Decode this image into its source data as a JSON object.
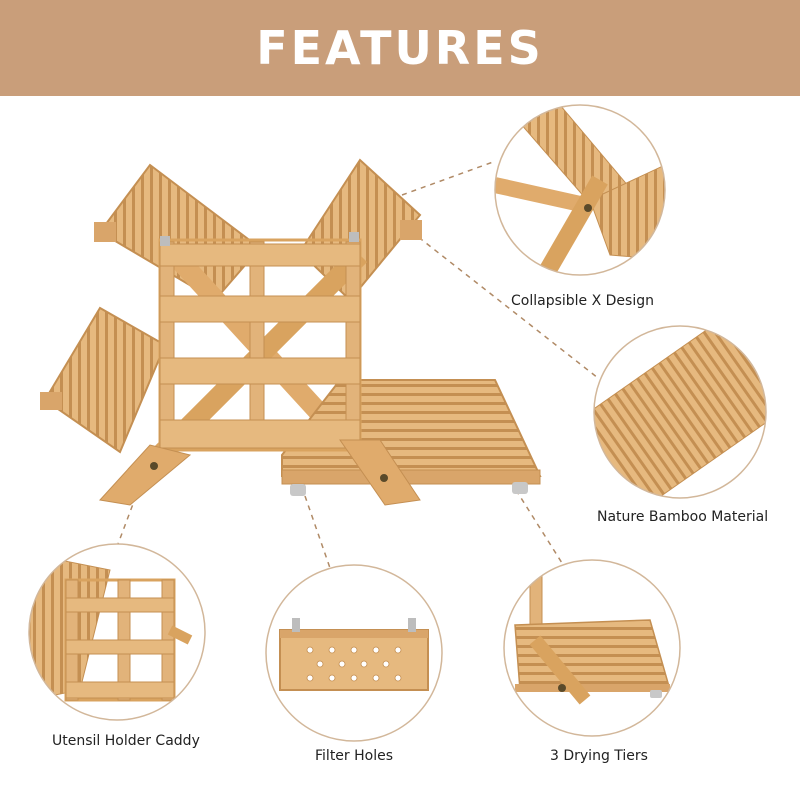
{
  "banner": {
    "title": "FEATURES"
  },
  "features": [
    {
      "label": "Collapsible X Design"
    },
    {
      "label": "Nature Bamboo Material"
    },
    {
      "label": "Utensil Holder Caddy"
    },
    {
      "label": "Filter Holes"
    },
    {
      "label": "3 Drying Tiers"
    }
  ],
  "colors": {
    "banner": "#c99e7a",
    "bamboo": "#e2b37a",
    "bamboo_dark": "#c48f52",
    "circle_border": "#d2b79a",
    "connector": "#b08a66"
  }
}
